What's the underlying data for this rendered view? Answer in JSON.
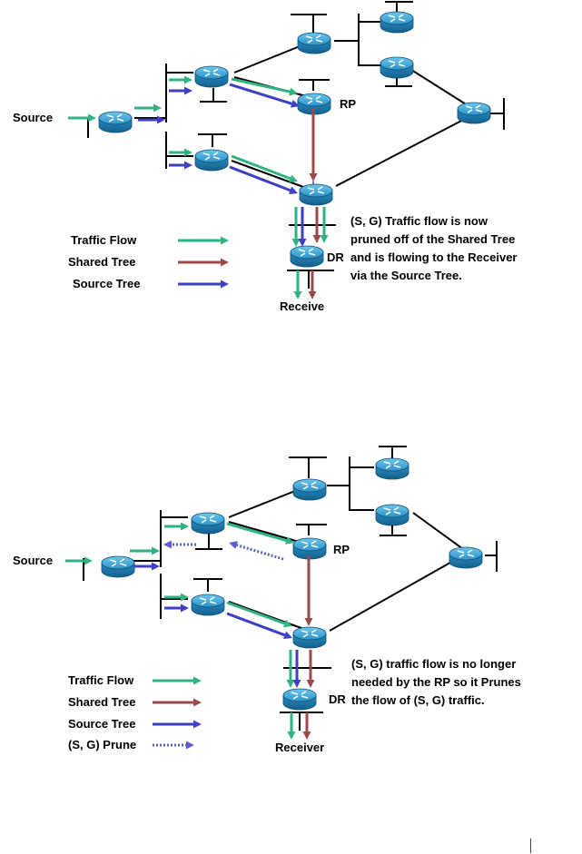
{
  "colors": {
    "traffic_flow": "#2fb380",
    "shared_tree": "#9a4b48",
    "source_tree": "#3e3fc2",
    "prune": "#5b5fd0",
    "router_body": "#2a8fc4",
    "link": "#000000"
  },
  "icons": {
    "router": "router-icon",
    "arrow": "arrow-icon"
  },
  "diagram_top": {
    "labels": {
      "source": "Source",
      "rp": "RP",
      "dr": "DR",
      "receiver": "Receive"
    },
    "legend": [
      {
        "label": "Traffic Flow",
        "kind": "traffic_flow"
      },
      {
        "label": "Shared Tree",
        "kind": "shared_tree"
      },
      {
        "label": "Source Tree",
        "kind": "source_tree"
      }
    ],
    "caption": [
      "(S, G) Traffic flow is now",
      "pruned off of the Shared Tree",
      "and is flowing to the Receiver",
      "via the Source Tree."
    ]
  },
  "diagram_bottom": {
    "labels": {
      "source": "Source",
      "rp": "RP",
      "dr": "DR",
      "receiver": "Receiver"
    },
    "legend": [
      {
        "label": "Traffic Flow",
        "kind": "traffic_flow"
      },
      {
        "label": "Shared Tree",
        "kind": "shared_tree"
      },
      {
        "label": "Source Tree",
        "kind": "source_tree"
      },
      {
        "label": "(S, G) Prune",
        "kind": "prune"
      }
    ],
    "caption": [
      "(S, G) traffic flow is no longer",
      "needed by the RP so it Prunes",
      "the flow of (S, G) traffic."
    ]
  }
}
